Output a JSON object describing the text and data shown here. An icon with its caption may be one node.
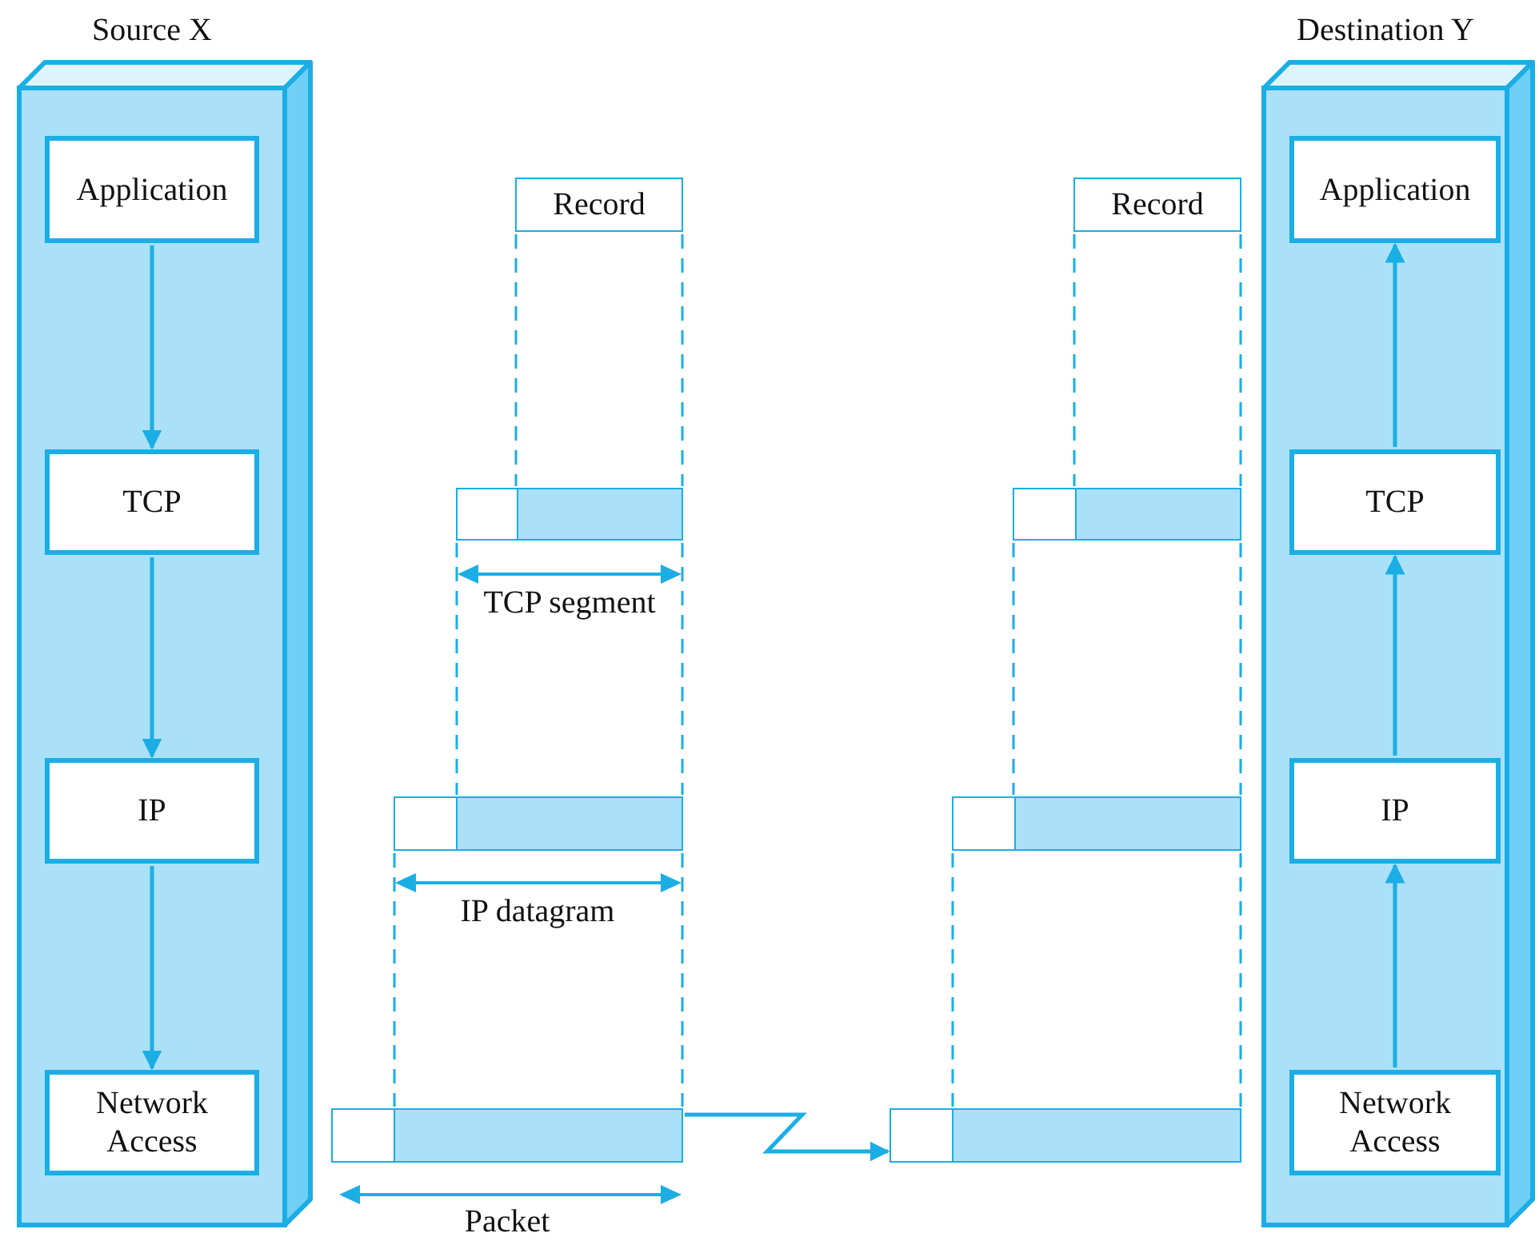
{
  "diagram": {
    "nodes": [
      {
        "text": [
          "Source X"
        ]
      },
      {
        "text": [
          "Application"
        ],
        "in": 0
      },
      {
        "text": [
          "TCP"
        ],
        "in": 0
      },
      {
        "text": [
          "IP"
        ],
        "in": 0
      },
      {
        "text": [
          "Network Access"
        ],
        "in": 0
      },
      {
        "text": [
          "Destination Y"
        ]
      },
      {
        "text": [
          "Application"
        ],
        "in": 5
      },
      {
        "text": [
          "TCP"
        ],
        "in": 5
      },
      {
        "text": [
          "IP"
        ],
        "in": 5
      },
      {
        "text": [
          "Network Access"
        ],
        "in": 5
      },
      {
        "text": [
          "Record"
        ]
      },
      {
        "text": [
          "Record"
        ]
      },
      {
        "text": [],
        "shape": "bar"
      },
      {
        "text": [],
        "shape": "bar"
      },
      {
        "text": [],
        "shape": "bar"
      },
      {
        "text": [],
        "shape": "bar"
      },
      {
        "text": [],
        "shape": "bar"
      },
      {
        "text": [],
        "shape": "bar"
      }
    ],
    "edges": [
      {
        "from": 1,
        "to": 2,
        "arrow": "to"
      },
      {
        "from": 2,
        "to": 3,
        "arrow": "to"
      },
      {
        "from": 3,
        "to": 4,
        "arrow": "to"
      },
      {
        "from": 14,
        "to": 17,
        "arrow": "to"
      },
      {
        "from": 9,
        "to": 8,
        "arrow": "to"
      },
      {
        "from": 8,
        "to": 7,
        "arrow": "to"
      },
      {
        "from": 7,
        "to": 6,
        "arrow": "to"
      },
      {
        "from": 10,
        "to": 12,
        "arrow": "none",
        "style": "dashed"
      },
      {
        "from": 10,
        "to": 12,
        "arrow": "none",
        "style": "dashed"
      },
      {
        "from": 12,
        "to": 13,
        "arrow": "none",
        "style": "dashed"
      },
      {
        "from": 12,
        "to": 13,
        "arrow": "none",
        "style": "dashed"
      },
      {
        "from": 13,
        "to": 14,
        "arrow": "none",
        "style": "dashed"
      },
      {
        "from": 13,
        "to": 14,
        "arrow": "none",
        "style": "dashed"
      },
      {
        "from": 11,
        "to": 15,
        "arrow": "none",
        "style": "dashed"
      },
      {
        "from": 11,
        "to": 15,
        "arrow": "none",
        "style": "dashed"
      },
      {
        "from": 15,
        "to": 16,
        "arrow": "none",
        "style": "dashed"
      },
      {
        "from": 15,
        "to": 16,
        "arrow": "none",
        "style": "dashed"
      },
      {
        "from": 16,
        "to": 17,
        "arrow": "none",
        "style": "dashed"
      },
      {
        "from": 16,
        "to": 17,
        "arrow": "none",
        "style": "dashed"
      }
    ],
    "labels": [
      "TCP segment",
      "IP datagram",
      "Packet"
    ]
  }
}
